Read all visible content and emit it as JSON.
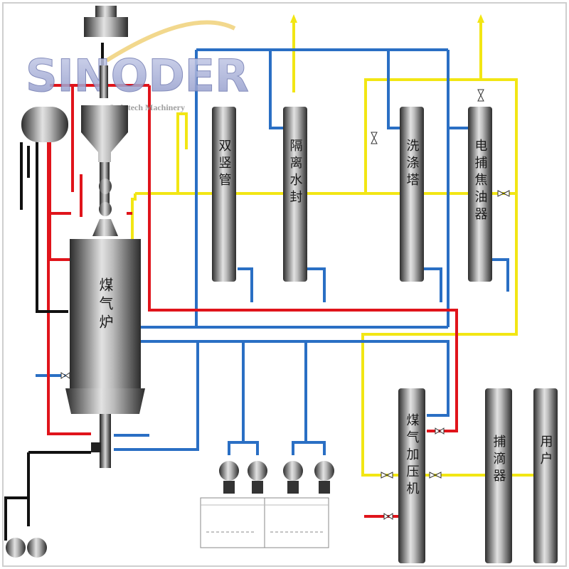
{
  "logo": {
    "brand": "SINODER",
    "subtitle": "Indutech Machinery"
  },
  "equipment": {
    "gasifier": "煤气炉",
    "double_riser": "双竖管",
    "water_seal": "隔离水封",
    "washing_tower": "洗涤塔",
    "electrostatic_tar_catcher": "电捕焦油器",
    "gas_compressor": "煤气加压机",
    "droplet_catcher": "捕滴器",
    "user": "用户"
  },
  "colors": {
    "gas_line": "#f2e614",
    "water_line": "#2a6fc4",
    "hot_line": "#e0141b",
    "black_line": "#111111",
    "vessel_dark": "#3a3a3a",
    "vessel_light": "#e6e6e6"
  }
}
